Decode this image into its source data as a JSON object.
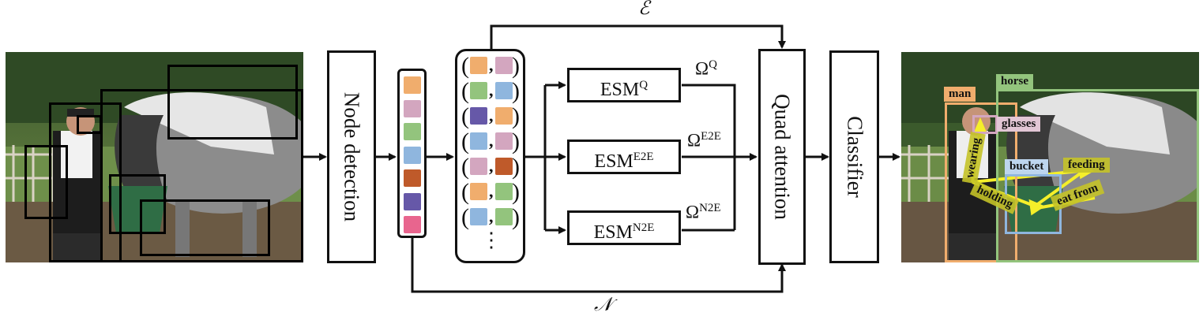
{
  "colors": {
    "orange": "#f0ad6d",
    "pink_light": "#d3a6bf",
    "green": "#93c47d",
    "blue": "#8fb6de",
    "purple": "#6658a8",
    "rust": "#bf5a2a",
    "magenta": "#e8658e",
    "relation": "#c4c228",
    "arrow_yellow": "#f5ef2a"
  },
  "edge_set_symbol": "ℰ",
  "node_set_symbol": "𝒩",
  "blocks": {
    "node_detection": "Node detection",
    "quad_attention": "Quad attention",
    "classifier": "Classifier"
  },
  "esm": [
    {
      "base": "ESM",
      "sup": "Q",
      "omega_base": "Ω",
      "omega_sup": "Q"
    },
    {
      "base": "ESM",
      "sup": "E2E",
      "omega_base": "Ω",
      "omega_sup": "E2E"
    },
    {
      "base": "ESM",
      "sup": "N2E",
      "omega_base": "Ω",
      "omega_sup": "N2E"
    }
  ],
  "node_list": [
    "orange",
    "pink_light",
    "green",
    "blue",
    "rust",
    "purple",
    "magenta"
  ],
  "edge_list": [
    [
      "orange",
      "pink_light"
    ],
    [
      "green",
      "blue"
    ],
    [
      "purple",
      "orange"
    ],
    [
      "blue",
      "pink_light"
    ],
    [
      "pink_light",
      "rust"
    ],
    [
      "orange",
      "green"
    ],
    [
      "blue",
      "green"
    ]
  ],
  "edge_list_more": "⋮",
  "output": {
    "objects": [
      {
        "label": "man",
        "color": "orange"
      },
      {
        "label": "horse",
        "color": "green"
      },
      {
        "label": "glasses",
        "color": "pink_light"
      },
      {
        "label": "bucket",
        "color": "blue"
      }
    ],
    "relations": [
      "wearing",
      "holding",
      "feeding",
      "eat from"
    ]
  }
}
